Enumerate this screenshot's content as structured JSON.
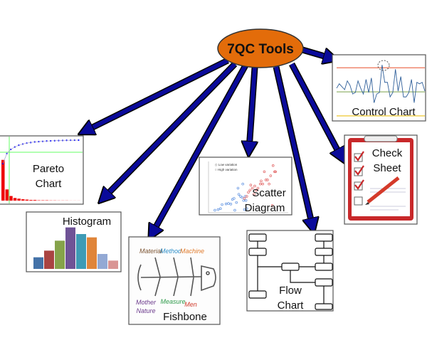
{
  "center": {
    "label": "7QC Tools",
    "fill": "#E36C0A"
  },
  "arrow_color": "#0A0A9A",
  "tools": {
    "pareto": {
      "line1": "Pareto",
      "line2": "Chart",
      "bars": [
        62,
        17,
        7,
        4,
        3,
        2,
        1.5,
        1,
        1,
        0.5,
        0.5,
        0.5,
        0.3,
        0.3,
        0.2,
        0.2,
        0.2,
        0.1,
        0.1,
        0.1
      ]
    },
    "histogram": {
      "label": "Histogram",
      "values": [
        7,
        11,
        17,
        25,
        21,
        19,
        9,
        5
      ],
      "colors": [
        "#4472A8",
        "#A94442",
        "#86A34A",
        "#6F5396",
        "#3E9BB5",
        "#E0853A",
        "#93A9D4",
        "#D99594"
      ],
      "ymax": 30
    },
    "fishbone": {
      "label": "Fishbone",
      "causes": [
        {
          "text": "Material",
          "color": "#7A5230"
        },
        {
          "text": "Method",
          "color": "#2E8FC9"
        },
        {
          "text": "Machine",
          "color": "#E07A2A"
        },
        {
          "text": "Mother",
          "color": "#6B3A8C"
        },
        {
          "text": "Nature",
          "color": "#6B3A8C"
        },
        {
          "text": "Measure",
          "color": "#2E9A4A"
        },
        {
          "text": "Men",
          "color": "#D03A2A"
        }
      ]
    },
    "scatter": {
      "line1": "Scatter",
      "line2": "Diagram",
      "legend": [
        "Low variation",
        "High variation"
      ],
      "low": [
        [
          8,
          1.2
        ],
        [
          12,
          1.5
        ],
        [
          15,
          2
        ],
        [
          17,
          4
        ],
        [
          22,
          4.3
        ],
        [
          25,
          4.5
        ],
        [
          28,
          4.2
        ],
        [
          30,
          6.5
        ],
        [
          32,
          7
        ],
        [
          33,
          1.2
        ],
        [
          35,
          5
        ],
        [
          37,
          12
        ],
        [
          38,
          9
        ],
        [
          40,
          8
        ],
        [
          42,
          7.5
        ],
        [
          43,
          14
        ],
        [
          44,
          6
        ],
        [
          45,
          1.5
        ],
        [
          46,
          8
        ],
        [
          47,
          6
        ],
        [
          48,
          2
        ]
      ],
      "high": [
        [
          45,
          7
        ],
        [
          48,
          8
        ],
        [
          50,
          10
        ],
        [
          52,
          11
        ],
        [
          53,
          13.5
        ],
        [
          55,
          12
        ],
        [
          57,
          9
        ],
        [
          58,
          13
        ],
        [
          60,
          11
        ],
        [
          62,
          12
        ],
        [
          65,
          14
        ],
        [
          66,
          15.5
        ],
        [
          68,
          14
        ],
        [
          70,
          20
        ],
        [
          72,
          16
        ],
        [
          74,
          16
        ],
        [
          76,
          14
        ],
        [
          78,
          18
        ],
        [
          80,
          3.5
        ],
        [
          81,
          23
        ],
        [
          83,
          20
        ],
        [
          84,
          20
        ]
      ],
      "xlim": [
        0,
        100
      ],
      "ylim": [
        0,
        25
      ]
    },
    "flow": {
      "line1": "Flow",
      "line2": "Chart"
    },
    "check": {
      "line1": "Check",
      "line2": "Sheet"
    },
    "control": {
      "label": "Control Chart",
      "values": [
        21,
        24,
        22,
        20,
        26,
        23,
        17,
        18,
        26,
        21,
        17,
        27,
        18,
        28,
        11,
        17,
        18,
        37,
        25,
        25,
        15,
        18,
        34,
        19,
        29,
        15,
        15,
        18,
        27,
        11,
        25,
        24,
        25,
        19
      ],
      "ucl": 35,
      "cl": 18.5,
      "lcl": 2,
      "ymax": 40
    }
  }
}
